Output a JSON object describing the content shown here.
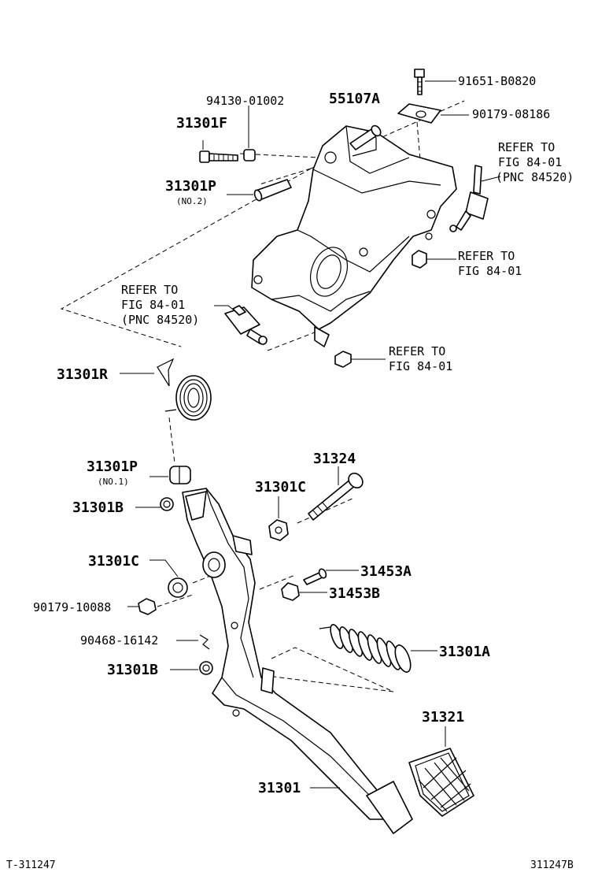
{
  "labels": {
    "p91651": "91651-B0820",
    "p94130": "94130-01002",
    "p55107A": "55107A",
    "p90179_08186": "90179-08186",
    "p31301F": "31301F",
    "refer_a_1": "REFER TO",
    "refer_a_2": "FIG 84-01",
    "refer_a_3": "(PNC 84520)",
    "p31301P_top": "31301P",
    "p31301P_top_note": "(NO.2)",
    "refer_b_1": "REFER TO",
    "refer_b_2": "FIG 84-01",
    "refer_c_1": "REFER TO",
    "refer_c_2": "FIG 84-01",
    "refer_c_3": "(PNC 84520)",
    "refer_d_1": "REFER TO",
    "refer_d_2": "FIG 84-01",
    "p31301R": "31301R",
    "p31301P_bottom": "31301P",
    "p31301P_bottom_note": "(NO.1)",
    "p31324": "31324",
    "p31301B_top": "31301B",
    "p31301C_right": "31301C",
    "p31301C_left": "31301C",
    "p31453A": "31453A",
    "p90179_10088": "90179-10088",
    "p31453B": "31453B",
    "p90468": "90468-16142",
    "p31301A": "31301A",
    "p31301B_bottom": "31301B",
    "p31321": "31321",
    "p31301": "31301"
  },
  "footer": {
    "left_code": "T-311247",
    "right_code": "311247B"
  }
}
